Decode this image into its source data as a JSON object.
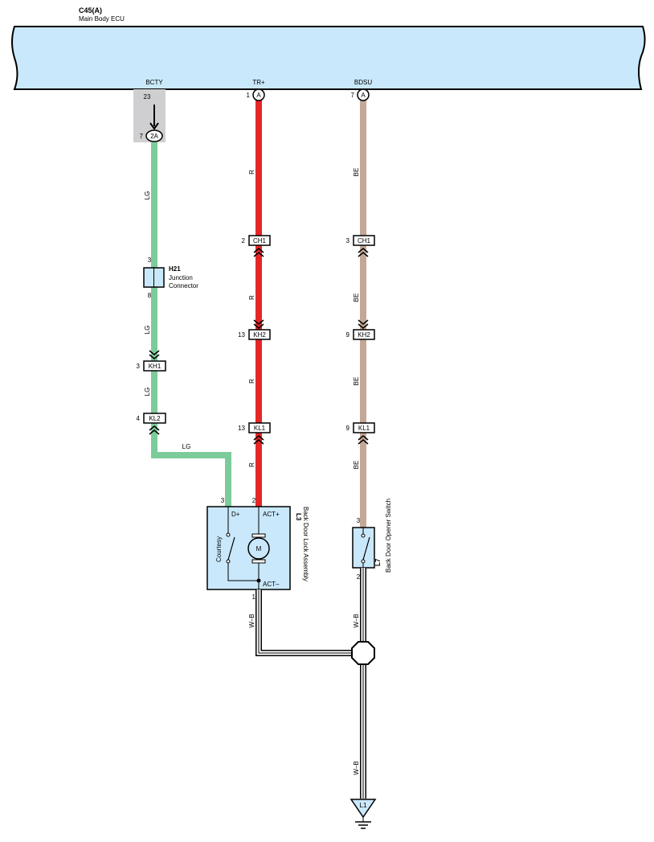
{
  "ecu": {
    "code": "C45(A)",
    "name": "Main Body ECU"
  },
  "terminals": {
    "bcty": {
      "name": "BCTY",
      "pin": "23",
      "to_pin": "7",
      "to_conn": "2A"
    },
    "trplus": {
      "name": "TR+",
      "pin": "1",
      "conn": "A"
    },
    "bdsu": {
      "name": "BDSU",
      "pin": "7",
      "conn": "A"
    }
  },
  "wire_colors": {
    "lg": {
      "label": "LG",
      "hex": "#7ccb9a"
    },
    "r": {
      "label": "R",
      "hex": "#e52628"
    },
    "be": {
      "label": "BE",
      "hex": "#c4a896"
    },
    "wb": {
      "label": "W–B",
      "hex": "#ffffff"
    }
  },
  "junction": {
    "code": "H21",
    "name1": "Junction",
    "name2": "Connector",
    "pin_top": "3",
    "pin_bottom": "8"
  },
  "connectors": {
    "ch1": "CH1",
    "kh2": "KH2",
    "kl1": "KL1",
    "kh1": "KH1",
    "kl2": "KL2",
    "ch1_r_pin": "2",
    "ch1_be_pin": "3",
    "kh2_r_pin": "13",
    "kh2_be_pin": "9",
    "kl1_r_pin": "13",
    "kl1_be_pin": "9",
    "kh1_pin": "3",
    "kl2_pin": "4"
  },
  "lock_assembly": {
    "code": "L3",
    "name": "Back Door Lock Assembly",
    "pin_d": "3",
    "pin_act": "2",
    "pin_gnd": "1",
    "d_plus": "D+",
    "act_plus": "ACT+",
    "act_minus": "ACT–",
    "switch_label": "Courtesy",
    "motor": "M"
  },
  "opener_switch": {
    "code": "L7",
    "name": "Back Door Opener Switch",
    "pin_top": "3",
    "pin_bottom": "2"
  },
  "ground": {
    "code": "L1"
  }
}
